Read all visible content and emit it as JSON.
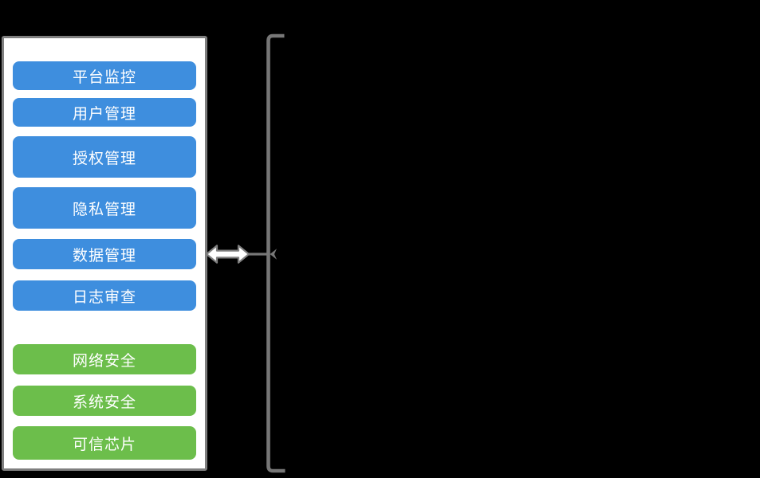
{
  "panel": {
    "buttons": [
      {
        "label": "平台监控",
        "color": "blue"
      },
      {
        "label": "用户管理",
        "color": "blue"
      },
      {
        "label": "授权管理",
        "color": "blue"
      },
      {
        "label": "隐私管理",
        "color": "blue"
      },
      {
        "label": "数据管理",
        "color": "blue"
      },
      {
        "label": "日志审查",
        "color": "blue"
      },
      {
        "label": "网络安全",
        "color": "green"
      },
      {
        "label": "系统安全",
        "color": "green"
      },
      {
        "label": "可信芯片",
        "color": "green"
      }
    ]
  },
  "connector": {
    "double_arrow_icon": "left-right-arrow-icon",
    "brace_icon": "left-brace-icon"
  },
  "colors": {
    "background": "#000000",
    "panel_fill": "#ffffff",
    "panel_border": "#7f7f7f",
    "blue_button": "#3e8ede",
    "green_button": "#6cbe4b",
    "button_text": "#ffffff",
    "connector_gray": "#777777",
    "arrow_fill": "#ffffff",
    "arrow_outline": "#7f7f7f"
  }
}
